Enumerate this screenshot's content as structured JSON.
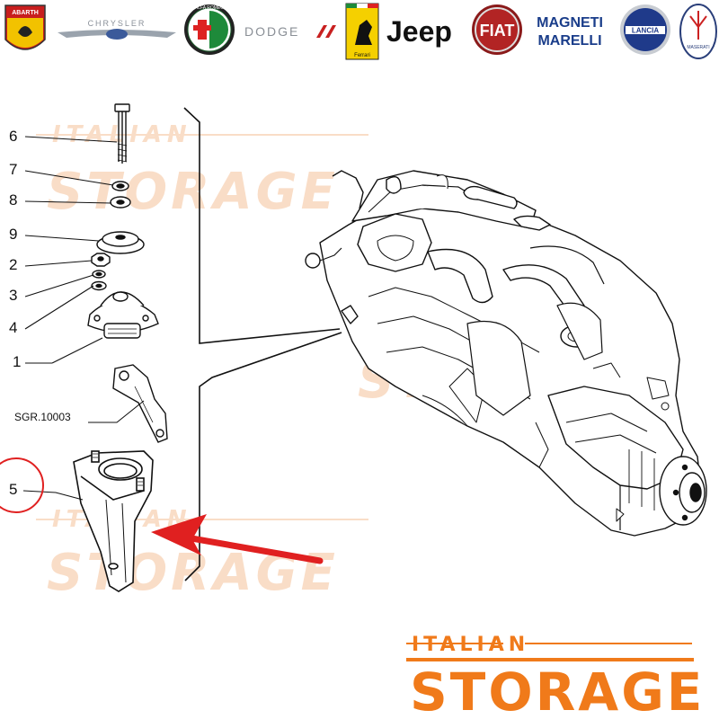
{
  "brand_bar": {
    "logos": [
      {
        "name": "abarth",
        "label": "ABARTH"
      },
      {
        "name": "chrysler",
        "label": "CHRYSLER"
      },
      {
        "name": "alfa-romeo",
        "label": "ALFA ROMEO"
      },
      {
        "name": "dodge",
        "label": "DODGE"
      },
      {
        "name": "ferrari",
        "label": "Ferrari"
      },
      {
        "name": "jeep",
        "label": "Jeep"
      },
      {
        "name": "fiat",
        "label": "FIAT"
      },
      {
        "name": "magneti-marelli",
        "label_line1": "MAGNETI",
        "label_line2": "MARELLI"
      },
      {
        "name": "lancia",
        "label": "LANCIA"
      },
      {
        "name": "maserati",
        "label": "MASERATI"
      }
    ]
  },
  "watermark": {
    "top": "ITALIAN",
    "bottom": "STORAGE",
    "color": "#f0a060"
  },
  "footer_logo": {
    "top": "ITALIAN",
    "bottom": "STORAGE",
    "color": "#f07a1a"
  },
  "callouts": {
    "c6": "6",
    "c7": "7",
    "c8": "8",
    "c9": "9",
    "c2": "2",
    "c3": "3",
    "c4": "4",
    "c1": "1",
    "sgr": "SGR.10003",
    "c5": "5"
  },
  "highlight": {
    "circle_color": "#e02020",
    "arrow_color": "#e02020"
  }
}
